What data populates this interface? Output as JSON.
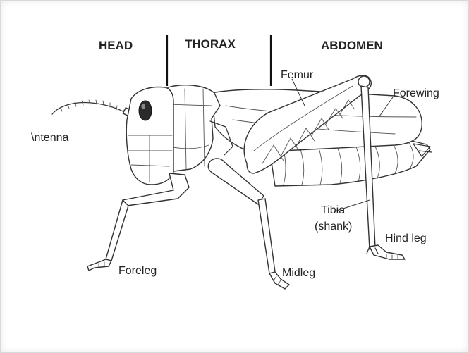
{
  "diagram": {
    "sections": {
      "head": "HEAD",
      "thorax": "THORAX",
      "abdomen": "ABDOMEN"
    },
    "labels": {
      "femur": "Femur",
      "forewing": "Forewing",
      "antenna": "\\ntenna",
      "tibia": "Tibia",
      "shank": "(shank)",
      "hind_leg": "Hind leg",
      "foreleg": "Foreleg",
      "midleg": "Midleg"
    }
  }
}
